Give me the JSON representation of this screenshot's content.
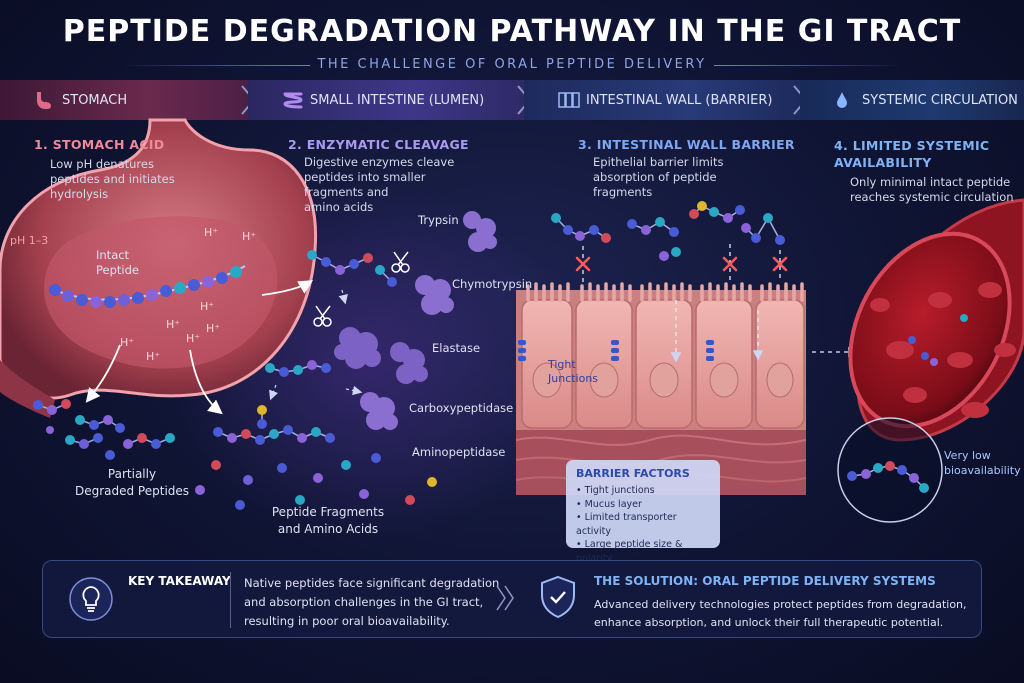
{
  "title": "PEPTIDE DEGRADATION PATHWAY IN THE GI TRACT",
  "subtitle": "THE CHALLENGE OF ORAL PEPTIDE DELIVERY",
  "stages": [
    {
      "label": "STOMACH",
      "icon": "stomach-icon"
    },
    {
      "label": "SMALL INTESTINE (LUMEN)",
      "icon": "intestine-icon"
    },
    {
      "label": "INTESTINAL WALL (BARRIER)",
      "icon": "cell-wall-icon"
    },
    {
      "label": "SYSTEMIC CIRCULATION",
      "icon": "drop-icon"
    }
  ],
  "steps": [
    {
      "heading": "1. STOMACH ACID",
      "lines": [
        "Low pH denatures",
        "peptides and initiates",
        "hydrolysis"
      ],
      "color": "#f08a9a"
    },
    {
      "heading": "2. ENZYMATIC CLEAVAGE",
      "lines": [
        "Digestive enzymes cleave",
        "peptides into smaller",
        "fragments and",
        "amino acids"
      ],
      "color": "#a99af0"
    },
    {
      "heading": "3. INTESTINAL WALL BARRIER",
      "lines": [
        "Epithelial barrier limits",
        "absorption of peptide",
        "fragments"
      ],
      "color": "#7fa6f3"
    },
    {
      "heading_lines": [
        "4. LIMITED SYSTEMIC",
        "AVAILABILITY"
      ],
      "lines": [
        "Only minimal intact peptide",
        "reaches systemic circulation"
      ],
      "color": "#7fb3f5"
    }
  ],
  "stomach": {
    "ph": "pH 1–3",
    "intact_lines": [
      "Intact",
      "Peptide"
    ],
    "proton": "H⁺",
    "degraded_lines": [
      "Partially",
      "Degraded Peptides"
    ]
  },
  "enzymes": [
    "Trypsin",
    "Chymotrypsin",
    "Elastase",
    "Carboxypeptidase",
    "Aminopeptidase"
  ],
  "fragments_lines": [
    "Peptide Fragments",
    "and Amino Acids"
  ],
  "wall": {
    "tight_lines": [
      "Tight",
      "Junctions"
    ],
    "barrier_title": "BARRIER FACTORS",
    "barrier_items": [
      "Tight junctions",
      "Mucus layer",
      "Limited transporter activity",
      "Large peptide size & polarity"
    ]
  },
  "circulation": {
    "low_lines": [
      "Very low",
      "bioavailability"
    ]
  },
  "takeaway": {
    "label": "KEY TAKEAWAY",
    "lines": [
      "Native peptides face significant degradation",
      "and absorption challenges in the GI tract,",
      "resulting in poor oral bioavailability."
    ],
    "icon": "lightbulb-icon"
  },
  "solution": {
    "title": "THE SOLUTION: ORAL PEPTIDE DELIVERY SYSTEMS",
    "lines": [
      "Advanced delivery technologies protect peptides from degradation,",
      "enhance absorption, and unlock their full therapeutic potential."
    ],
    "icon": "shield-check-icon"
  },
  "colors": {
    "accent": "#8fa3e6",
    "stomach": "#c4566a",
    "bead_blue": "#4a5bd6",
    "bead_purple": "#8b63d8",
    "bead_teal": "#2aa7c4",
    "enzyme": "#8a6fd0",
    "red_cross": "#ff5a5a"
  }
}
